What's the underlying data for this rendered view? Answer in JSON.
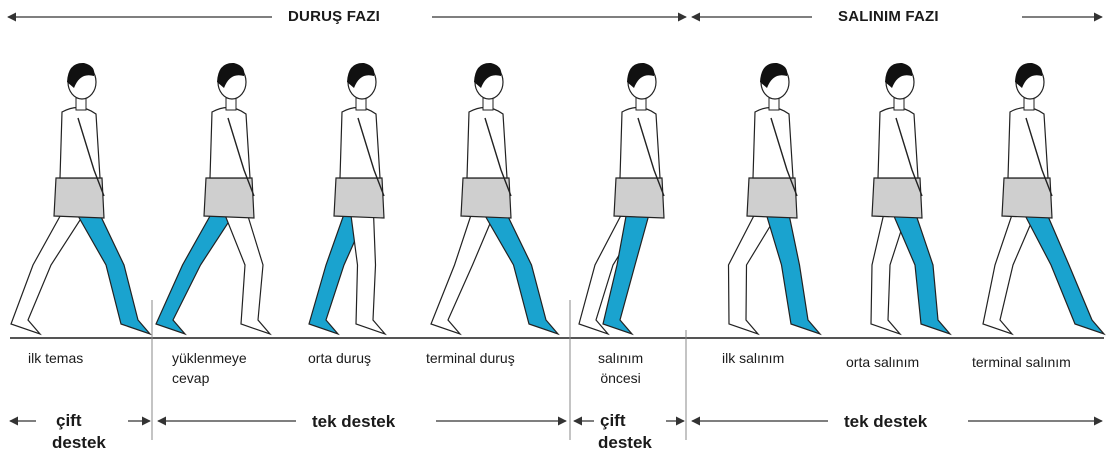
{
  "phases": {
    "stance": "DURUŞ FAZI",
    "swing": "SALINIM FAZI"
  },
  "phase_labels": [
    [
      "ilk temas"
    ],
    [
      "yüklenmeye",
      "cevap"
    ],
    [
      "orta duruş"
    ],
    [
      "terminal duruş"
    ],
    [
      "salınım",
      "öncesi"
    ],
    [
      "ilk salınım"
    ],
    [
      "orta salınım"
    ],
    [
      "terminal salınım"
    ]
  ],
  "support": {
    "double_1": [
      "çift",
      "destek"
    ],
    "single_1": "tek destek",
    "double_2": [
      "çift",
      "destek"
    ],
    "single_2": "tek destek"
  },
  "colors": {
    "highlight_leg": "#1aa3cf",
    "shorts": "#cfcfcf",
    "outline": "#222222",
    "ground": "#555555"
  }
}
